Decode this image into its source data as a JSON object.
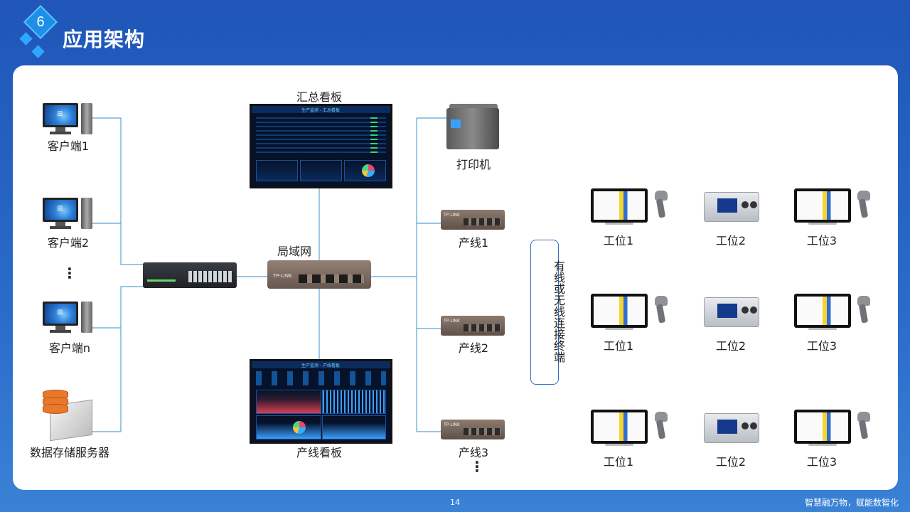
{
  "slide": {
    "section_number": "6",
    "title": "应用架构",
    "page_number": "14",
    "slogan": "智慧融万物，赋能数智化"
  },
  "diagram": {
    "clients": [
      "客户端1",
      "客户端2",
      "客户端n"
    ],
    "client_ellipsis": "⋮",
    "server": "数据存储服务器",
    "summary_board": "汇总看板",
    "summary_board_header": "生产监测 - 汇总看板",
    "lan": "局域网",
    "line_board": "产线看板",
    "line_board_header": "生产监测 - 产线看板",
    "printer": "打印机",
    "lines": [
      "产线1",
      "产线2",
      "产线3"
    ],
    "lines_ellipsis": "⋮",
    "terminal": "有线或无线连接终端",
    "router_brand": "TP-LINK",
    "workstation_rows": [
      [
        "工位1",
        "工位2",
        "工位3"
      ],
      [
        "工位1",
        "工位2",
        "工位3"
      ],
      [
        "工位1",
        "工位2",
        "工位3"
      ]
    ]
  },
  "colors": {
    "background": "#2563c4",
    "connector": "#5ba3d6",
    "terminal_border": "#2f6fc0"
  }
}
